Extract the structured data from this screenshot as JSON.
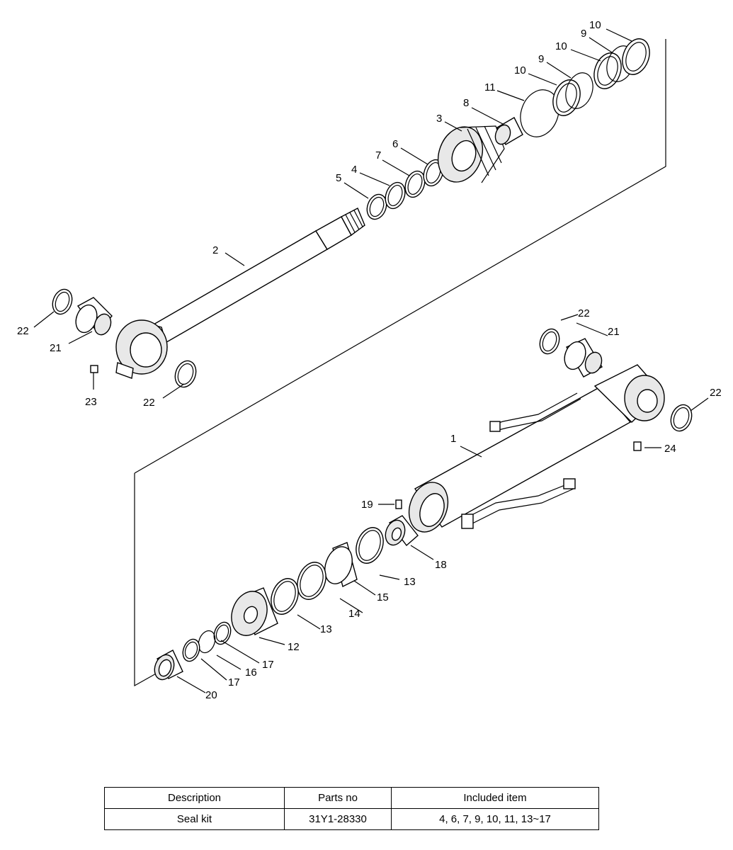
{
  "callouts": [
    {
      "id": "c1",
      "label": "1"
    },
    {
      "id": "c2",
      "label": "2"
    },
    {
      "id": "c3",
      "label": "3"
    },
    {
      "id": "c4",
      "label": "4"
    },
    {
      "id": "c5",
      "label": "5"
    },
    {
      "id": "c6",
      "label": "6"
    },
    {
      "id": "c7",
      "label": "7"
    },
    {
      "id": "c8",
      "label": "8"
    },
    {
      "id": "c9a",
      "label": "9"
    },
    {
      "id": "c9b",
      "label": "9"
    },
    {
      "id": "c10a",
      "label": "10"
    },
    {
      "id": "c10b",
      "label": "10"
    },
    {
      "id": "c10c",
      "label": "10"
    },
    {
      "id": "c11",
      "label": "11"
    },
    {
      "id": "c12",
      "label": "12"
    },
    {
      "id": "c13a",
      "label": "13"
    },
    {
      "id": "c13b",
      "label": "13"
    },
    {
      "id": "c14",
      "label": "14"
    },
    {
      "id": "c15",
      "label": "15"
    },
    {
      "id": "c16",
      "label": "16"
    },
    {
      "id": "c17a",
      "label": "17"
    },
    {
      "id": "c17b",
      "label": "17"
    },
    {
      "id": "c18",
      "label": "18"
    },
    {
      "id": "c19",
      "label": "19"
    },
    {
      "id": "c20",
      "label": "20"
    },
    {
      "id": "c21a",
      "label": "21"
    },
    {
      "id": "c21b",
      "label": "21"
    },
    {
      "id": "c22a",
      "label": "22"
    },
    {
      "id": "c22b",
      "label": "22"
    },
    {
      "id": "c22c",
      "label": "22"
    },
    {
      "id": "c22d",
      "label": "22"
    },
    {
      "id": "c23",
      "label": "23"
    },
    {
      "id": "c24",
      "label": "24"
    }
  ],
  "kit_table": {
    "headers": [
      "Description",
      "Parts no",
      "Included item"
    ],
    "rows": [
      [
        "Seal kit",
        "31Y1-28330",
        "4, 6, 7, 9, 10, 11, 13~17"
      ]
    ]
  }
}
